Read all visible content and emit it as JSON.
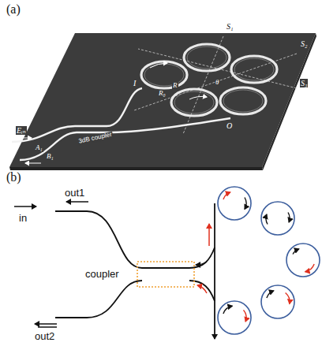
{
  "diagram": {
    "labels": [
      "(a)",
      "S₁",
      "S₂",
      "S₃",
      "R",
      "R₀",
      "θ",
      "I",
      "O",
      "Eᵢₙ",
      "A₁",
      "B₁",
      "3dB coupler",
      "(b)",
      "out1",
      "in",
      "coupler",
      "out2"
    ]
  }
}
